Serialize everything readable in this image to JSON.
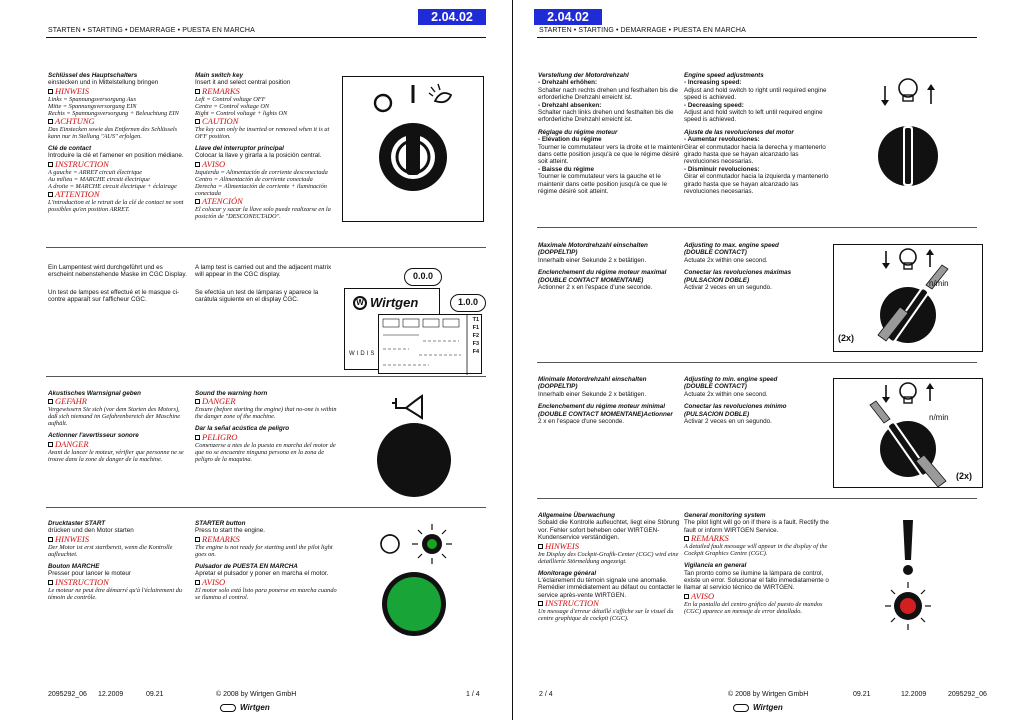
{
  "left": {
    "page_number": "2.04.02",
    "running_head": "STARTEN • STARTING • DEMARRAGE • PUESTA EN MARCHA",
    "footer": {
      "code": "2095292_06",
      "date": "12.2009",
      "ver": "09.21",
      "copy": "© 2008 by Wirtgen GmbH",
      "page": "1 / 4"
    },
    "sections": [
      {
        "c1": [
          {
            "t": "h",
            "v": "Schlüssel des Hauptschalters"
          },
          {
            "t": "p",
            "v": "einstecken und in Mittelstellung bringen"
          },
          {
            "t": "n",
            "v": "HINWEIS"
          },
          {
            "t": "i",
            "v": "Links = Spannungsversorgung Aus"
          },
          {
            "t": "i",
            "v": "Mitte = Spannungsversorgung EIN"
          },
          {
            "t": "i",
            "v": "Rechts = Spannungsversorgung + Beleuchtung EIN"
          },
          {
            "t": "n",
            "v": "ACHTUNG"
          },
          {
            "t": "i",
            "v": "Das Einstecken sowie das Entfernen des Schlüssels kann nur in Stellung \"AUS\" erfolgen."
          },
          {
            "t": "g"
          },
          {
            "t": "h",
            "v": "Clé de contact"
          },
          {
            "t": "p",
            "v": "Introduire la clé et l'amener en position médiane."
          },
          {
            "t": "n",
            "v": "INSTRUCTION"
          },
          {
            "t": "i",
            "v": "A gauche = ARRET circuit électrique"
          },
          {
            "t": "i",
            "v": "Au milieu = MARCHE circuit électrique"
          },
          {
            "t": "i",
            "v": "A droite = MARCHE circuit électrique + éclairage"
          },
          {
            "t": "n",
            "v": "ATTENTION"
          },
          {
            "t": "i",
            "v": "L'introduction et le retrait de la clé de contact ne sont possibles qu'en position ARRET."
          }
        ],
        "c2": [
          {
            "t": "h",
            "v": "Main switch key"
          },
          {
            "t": "p",
            "v": "Insert it and select central position"
          },
          {
            "t": "n",
            "v": "REMARKS"
          },
          {
            "t": "i",
            "v": "Left = Control voltage OFF"
          },
          {
            "t": "i",
            "v": "Centre = Control voltage ON"
          },
          {
            "t": "i",
            "v": "Right = Control voltage + lights ON"
          },
          {
            "t": "n",
            "v": "CAUTION"
          },
          {
            "t": "i",
            "v": "The key can only be inserted or removed when it is at OFF position."
          },
          {
            "t": "g"
          },
          {
            "t": "h",
            "v": "Llave del interruptor principal"
          },
          {
            "t": "p",
            "v": "Colocar la llave y girarla a la posición central."
          },
          {
            "t": "n",
            "v": "AVISO"
          },
          {
            "t": "i",
            "v": "Izquierda = Alimentación de corriente desconectada"
          },
          {
            "t": "i",
            "v": "Centro = Alimentación de corriente conectada"
          },
          {
            "t": "i",
            "v": "Derecha = Alimentación de corriente + iluminación conectada"
          },
          {
            "t": "n",
            "v": "ATENCIÓN"
          },
          {
            "t": "i",
            "v": "El colocar y sacar la llave solo puede realizarse en la posición de \"DESCONECTADO\"."
          }
        ]
      },
      {
        "c1": [
          {
            "t": "p",
            "v": "Ein Lampentest wird durchgeführt und es erscheint nebenstehende Maske im CGC Display."
          },
          {
            "t": "g"
          },
          {
            "t": "g"
          },
          {
            "t": "p",
            "v": "Un test de lampes est effectué et le masque ci-contre apparaît sur l'afficheur CGC."
          }
        ],
        "c2": [
          {
            "t": "p",
            "v": "A lamp test is carried out and the adjacent matrix will appear in the CGC display."
          },
          {
            "t": "g"
          },
          {
            "t": "g"
          },
          {
            "t": "p",
            "v": "Se efectúa un test de lámparas y aparece la carátula siguiente en el display CGC."
          }
        ]
      },
      {
        "c1": [
          {
            "t": "h",
            "v": "Akustisches Warnsignal geben"
          },
          {
            "t": "n",
            "v": "GEFAHR"
          },
          {
            "t": "i",
            "v": "Vergewissern Sie sich (vor dem Starten des Motors), daß sich niemand im Gefahrenbereich der Maschine aufhält."
          },
          {
            "t": "g"
          },
          {
            "t": "h",
            "v": "Actionner l'avertisseur sonore"
          },
          {
            "t": "n",
            "v": "DANGER"
          },
          {
            "t": "i",
            "v": "Avant de lancer le moteur, vérifier que personne ne se trouve dans la zone de danger de la machine."
          }
        ],
        "c2": [
          {
            "t": "h",
            "v": "Sound the warning horn"
          },
          {
            "t": "n",
            "v": "DANGER"
          },
          {
            "t": "i",
            "v": "Ensure (before starting the engine) that no-one is within the danger zone of the machine."
          },
          {
            "t": "g"
          },
          {
            "t": "h",
            "v": "Dar la señal acústica de peligro"
          },
          {
            "t": "n",
            "v": "PELIGRO"
          },
          {
            "t": "i",
            "v": "Comenzerse a ntes de la puesta en marcha del motor de que no se encuentre ninguna persona en la zona de peligro de la maquina."
          }
        ]
      },
      {
        "c1": [
          {
            "t": "h",
            "v": "Drucktaster START"
          },
          {
            "t": "p",
            "v": "drücken und den Motor starten"
          },
          {
            "t": "n",
            "v": "HINWEIS"
          },
          {
            "t": "i",
            "v": "Der Motor ist erst startbereit, wenn die Kontrolle aufleuchtet."
          },
          {
            "t": "g"
          },
          {
            "t": "h",
            "v": "Bouton MARCHE"
          },
          {
            "t": "p",
            "v": "Presser pour lancer le moteur"
          },
          {
            "t": "n",
            "v": "INSTRUCTION"
          },
          {
            "t": "i",
            "v": "Le moteur ne peut être démarré qu'à l'éclairement du témoin de contrôle."
          }
        ],
        "c2": [
          {
            "t": "h",
            "v": "STARTER button"
          },
          {
            "t": "p",
            "v": "Press to start the engine."
          },
          {
            "t": "n",
            "v": "REMARKS"
          },
          {
            "t": "i",
            "v": "The engine is not ready for starting until the pilot light goes on."
          },
          {
            "t": "g"
          },
          {
            "t": "h",
            "v": "Pulsador de PUESTA EN MARCHA"
          },
          {
            "t": "p",
            "v": "Apretar el pulsador y poner en marcha el motor."
          },
          {
            "t": "n",
            "v": "AVISO"
          },
          {
            "t": "i",
            "v": "El motor solo está listo para ponerse en marcha cuando se ilumina el control."
          }
        ]
      }
    ],
    "fig2": {
      "brand": "Wirtgen",
      "badge1": "0.0.0",
      "badge2": "1.0.0",
      "widis": "WIDIS",
      "keys": [
        "T1",
        "F1",
        "F2",
        "F3",
        "F4"
      ]
    }
  },
  "right": {
    "page_number": "2.04.02",
    "running_head": "STARTEN • STARTING • DEMARRAGE • PUESTA EN MARCHA",
    "footer": {
      "page": "2 / 4",
      "copy": "© 2008 by Wirtgen GmbH",
      "ver": "09.21",
      "date": "12.2009",
      "code": "2095292_06"
    },
    "sections": [
      {
        "c1": [
          {
            "t": "h",
            "v": "Verstellung der Motordrehzahl"
          },
          {
            "t": "b",
            "v": "- Drehzahl erhöhen:"
          },
          {
            "t": "p",
            "v": "Schalter nach rechts drehen und festhalten bis die erforderliche Drehzahl erreicht ist."
          },
          {
            "t": "b",
            "v": "- Drehzahl absenken:"
          },
          {
            "t": "p",
            "v": "Schalter nach links drehen und festhalten bis die erforderliche Drehzahl erreicht ist."
          },
          {
            "t": "g"
          },
          {
            "t": "h",
            "v": "Réglage du régime moteur"
          },
          {
            "t": "b",
            "v": "- Elévation du régime"
          },
          {
            "t": "p",
            "v": "Tourner le commutateur vers la droite et le maintenir dans cette position jusqu'à ce que le régime désiré soit atteint."
          },
          {
            "t": "b",
            "v": "- Baisse du régime"
          },
          {
            "t": "p",
            "v": "Tourner le commutateur vers la gauche et le maintenir dans cette position jusqu'à ce que le régime désiré soit atteint."
          }
        ],
        "c2": [
          {
            "t": "h",
            "v": "Engine speed adjustments"
          },
          {
            "t": "b",
            "v": "- Increasing speed:"
          },
          {
            "t": "p",
            "v": "Adjust and hold switch to right until required engine speed is achieved."
          },
          {
            "t": "b",
            "v": "- Decreasing speed:"
          },
          {
            "t": "p",
            "v": "Adjust and hold switch to left until required engine speed is achieved."
          },
          {
            "t": "g"
          },
          {
            "t": "h",
            "v": "Ajuste de las revoluciones del motor"
          },
          {
            "t": "b",
            "v": "- Aumentar revoluciones:"
          },
          {
            "t": "p",
            "v": "Girar el conmutador hacia la derecha y mantenerlo girado hasta que se hayan alcanzado las revoluciones necesarias."
          },
          {
            "t": "b",
            "v": "- Disminuir revoluciones:"
          },
          {
            "t": "p",
            "v": "Girar el conmutador hacia la izquierda y mantenerlo girado hasta que se hayan alcanzado las revoluciones necesarias."
          }
        ]
      },
      {
        "c1": [
          {
            "t": "h",
            "v": "Maximale Motordrehzahl einschalten"
          },
          {
            "t": "h",
            "v": "(DOPPELTIP)"
          },
          {
            "t": "p",
            "v": "Innerhalb einer Sekunde 2 x betätigen."
          },
          {
            "t": "g"
          },
          {
            "t": "h",
            "v": "Enclenchement du régime moteur maximal"
          },
          {
            "t": "h",
            "v": "(DOUBLE CONTACT MOMENTANE)"
          },
          {
            "t": "p",
            "v": "Actionner 2 x en l'espace d'une seconde."
          }
        ],
        "c2": [
          {
            "t": "h",
            "v": "Adjusting to max. engine speed"
          },
          {
            "t": "h",
            "v": "(DOUBLE CONTACT)"
          },
          {
            "t": "p",
            "v": "Actuate 2x within one second."
          },
          {
            "t": "g"
          },
          {
            "t": "h",
            "v": "Conectar las revoluciones máximas"
          },
          {
            "t": "h",
            "v": "(PULSACION DOBLE)"
          },
          {
            "t": "p",
            "v": "Activar 2 veces en un segundo."
          }
        ]
      },
      {
        "c1": [
          {
            "t": "h",
            "v": "Minimale Motordrehzahl einschalten"
          },
          {
            "t": "h",
            "v": "(DOPPELTIP)"
          },
          {
            "t": "p",
            "v": "Innerhalb einer Sekunde 2 x betätigen."
          },
          {
            "t": "g"
          },
          {
            "t": "h",
            "v": "Enclenchement du régime moteur minimal"
          },
          {
            "t": "h",
            "v": "(DOUBLE CONTACT MOMENTANE)Actionner"
          },
          {
            "t": "p",
            "v": "2 x en l'espace d'une seconde."
          }
        ],
        "c2": [
          {
            "t": "h",
            "v": "Adjusting to min. engine speed"
          },
          {
            "t": "h",
            "v": "(DOUBLE CONTACT)"
          },
          {
            "t": "p",
            "v": "Actuate 2x within one second."
          },
          {
            "t": "g"
          },
          {
            "t": "h",
            "v": "Conectar las revoluciones mínimo"
          },
          {
            "t": "h",
            "v": "(PULSACION DOBLE)"
          },
          {
            "t": "p",
            "v": "Activar 2 veces en un segundo."
          }
        ]
      },
      {
        "c1": [
          {
            "t": "h",
            "v": "Allgemeine Überwachung"
          },
          {
            "t": "p",
            "v": "Sobald die Kontrolle aufleuchtet, liegt eine Störung vor. Fehler sofort beheben oder WIRTGEN-Kundenservice verständigen."
          },
          {
            "t": "n",
            "v": "HINWEIS"
          },
          {
            "t": "i",
            "v": "Im Display des Cockpit-Grafik-Center (CGC) wird eine detaillierte Störmeldung angezeigt."
          },
          {
            "t": "g"
          },
          {
            "t": "h",
            "v": "Monitorage général"
          },
          {
            "t": "p",
            "v": "L'éclairement du témoin signale une anomalie. Remédier immédiatement au défaut ou contacter le service après-vente WIRTGEN."
          },
          {
            "t": "n",
            "v": "INSTRUCTION"
          },
          {
            "t": "i",
            "v": "Un message d'erreur détaillé s'affiche sur le visuel du centre graphique de cockpit (CGC)."
          }
        ],
        "c2": [
          {
            "t": "h",
            "v": "General monitoring system"
          },
          {
            "t": "p",
            "v": "The pilot light will go on if there is a fault. Rectify the fault or inform WIRTGEN Service."
          },
          {
            "t": "n",
            "v": "REMARKS"
          },
          {
            "t": "i",
            "v": "A detailed fault message will appear in the display of the Cockpit Graphics Centre (CGC)."
          },
          {
            "t": "g"
          },
          {
            "t": "h",
            "v": "Vigilancia en general"
          },
          {
            "t": "p",
            "v": "Tan pronto como se ilumine la lámpara de control, existe un error. Solucionar el fallo inmediatamente o llamar al servicio técnico de WIRTGEN."
          },
          {
            "t": "n",
            "v": "AVISO"
          },
          {
            "t": "i",
            "v": "En la pantalla del centro gráfico del puesto de mandos (CGC) aparece un mensaje de error detallado."
          }
        ]
      }
    ],
    "fig_labels": {
      "nmin": "n/min",
      "twice": "(2x)"
    }
  },
  "brand_color": "#1f2bd6",
  "note_color": "#d01010",
  "brand": "Wirtgen"
}
